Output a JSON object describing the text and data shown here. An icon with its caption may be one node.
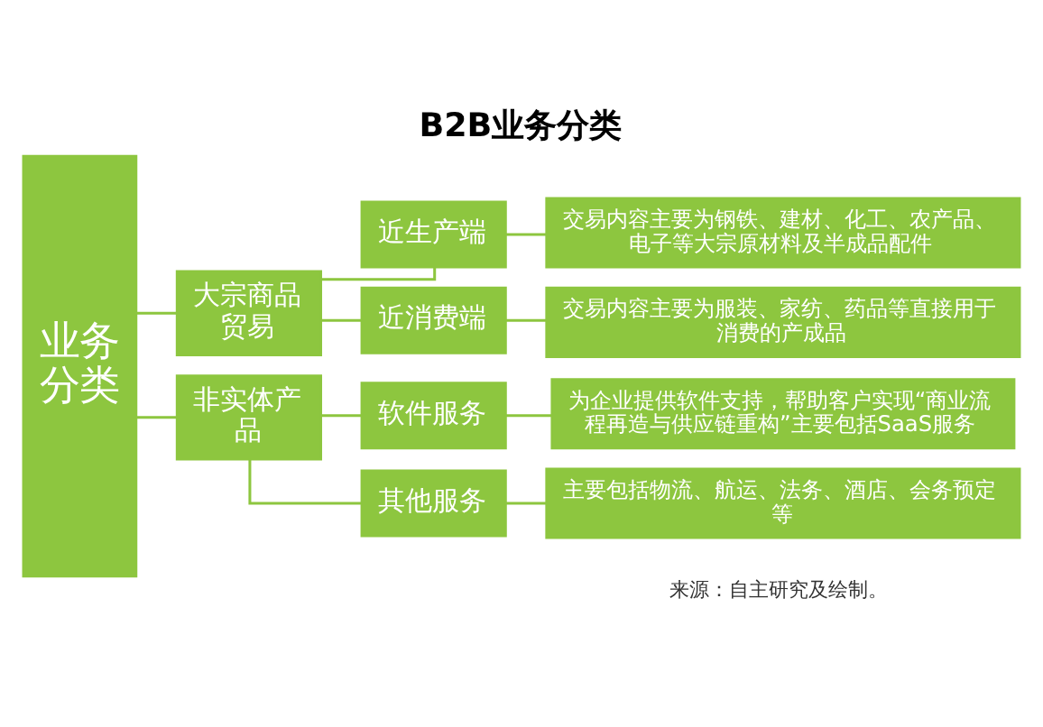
{
  "diagram": {
    "title": "B2B业务分类",
    "nodes": [
      {
        "text": [
          "业务分类"
        ]
      },
      {
        "text": [
          "大宗商品贸易"
        ]
      },
      {
        "text": [
          "非实体产品"
        ]
      },
      {
        "text": [
          "近生产端"
        ]
      },
      {
        "text": [
          "近消费端"
        ]
      },
      {
        "text": [
          "软件服务"
        ]
      },
      {
        "text": [
          "其他服务"
        ]
      },
      {
        "text": [
          "交易内容主要为钢铁、建材、化工、农产品、电子等大宗原材料及半成品配件"
        ]
      },
      {
        "text": [
          "交易内容主要为服装、家纺、药品等直接用于消费的产成品"
        ]
      },
      {
        "text": [
          "为企业提供软件支持，帮助客户实现“商业流程再造与供应链重构”主要包括SaaS服务"
        ]
      },
      {
        "text": [
          "主要包括物流、航运、法务、酒店、会务预定等"
        ]
      }
    ],
    "edges": [
      {
        "from": 0,
        "to": 1,
        "arrow": "none"
      },
      {
        "from": 0,
        "to": 2,
        "arrow": "none"
      },
      {
        "from": 1,
        "to": 3,
        "arrow": "none"
      },
      {
        "from": 1,
        "to": 4,
        "arrow": "none"
      },
      {
        "from": 2,
        "to": 5,
        "arrow": "none"
      },
      {
        "from": 2,
        "to": 6,
        "arrow": "none"
      },
      {
        "from": 3,
        "to": 7,
        "arrow": "none"
      },
      {
        "from": 4,
        "to": 8,
        "arrow": "none"
      },
      {
        "from": 5,
        "to": 9,
        "arrow": "none"
      },
      {
        "from": 6,
        "to": 10,
        "arrow": "none"
      }
    ],
    "labels": [
      "来源：自主研究及绘制。"
    ]
  }
}
